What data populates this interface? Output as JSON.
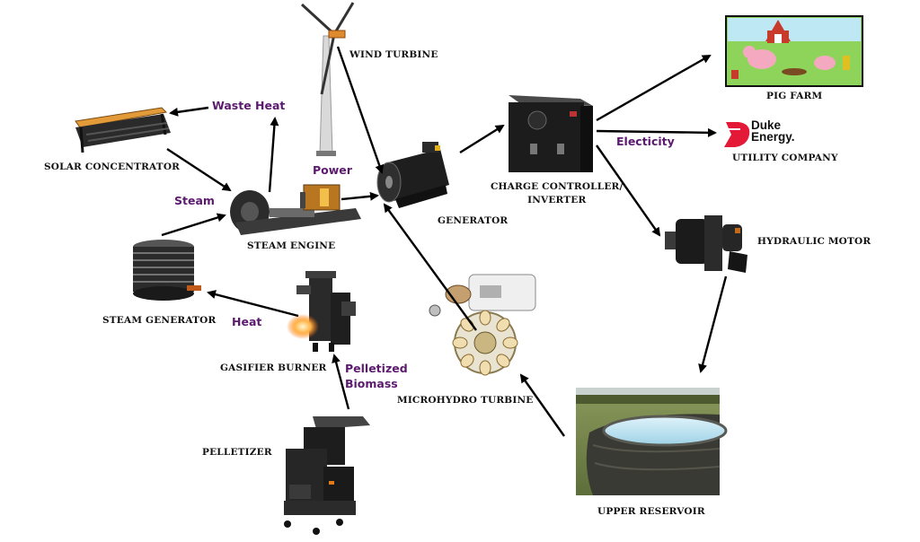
{
  "nodes": {
    "wind_turbine": "WIND TURBINE",
    "solar_concentrator": "SOLAR CONCENTRATOR",
    "steam_engine": "STEAM ENGINE",
    "steam_generator": "STEAM GENERATOR",
    "gasifier_burner": "GASIFIER BURNER",
    "pelletizer": "PELLETIZER",
    "generator": "GENERATOR",
    "charge_controller_line1": "CHARGE CONTROLLER/",
    "charge_controller_line2": "INVERTER",
    "pig_farm": "PIG FARM",
    "utility_company": "UTILITY COMPANY",
    "hydraulic_motor": "HYDRAULIC MOTOR",
    "microhydro_turbine": "MICROHYDRO TURBINE",
    "upper_reservoir": "UPPER RESERVOIR"
  },
  "flows": {
    "waste_heat": "Waste Heat",
    "steam": "Steam",
    "power": "Power",
    "heat": "Heat",
    "pelletized_line1": "Pelletized",
    "pelletized_line2": "Biomass",
    "electricity": "Electicity"
  },
  "logo": {
    "line1": "Duke",
    "line2": "Energy.",
    "color": "#e31937"
  },
  "colors": {
    "flow_label": "#5b1a6e",
    "node_label": "#111111",
    "arrow": "#000000"
  }
}
